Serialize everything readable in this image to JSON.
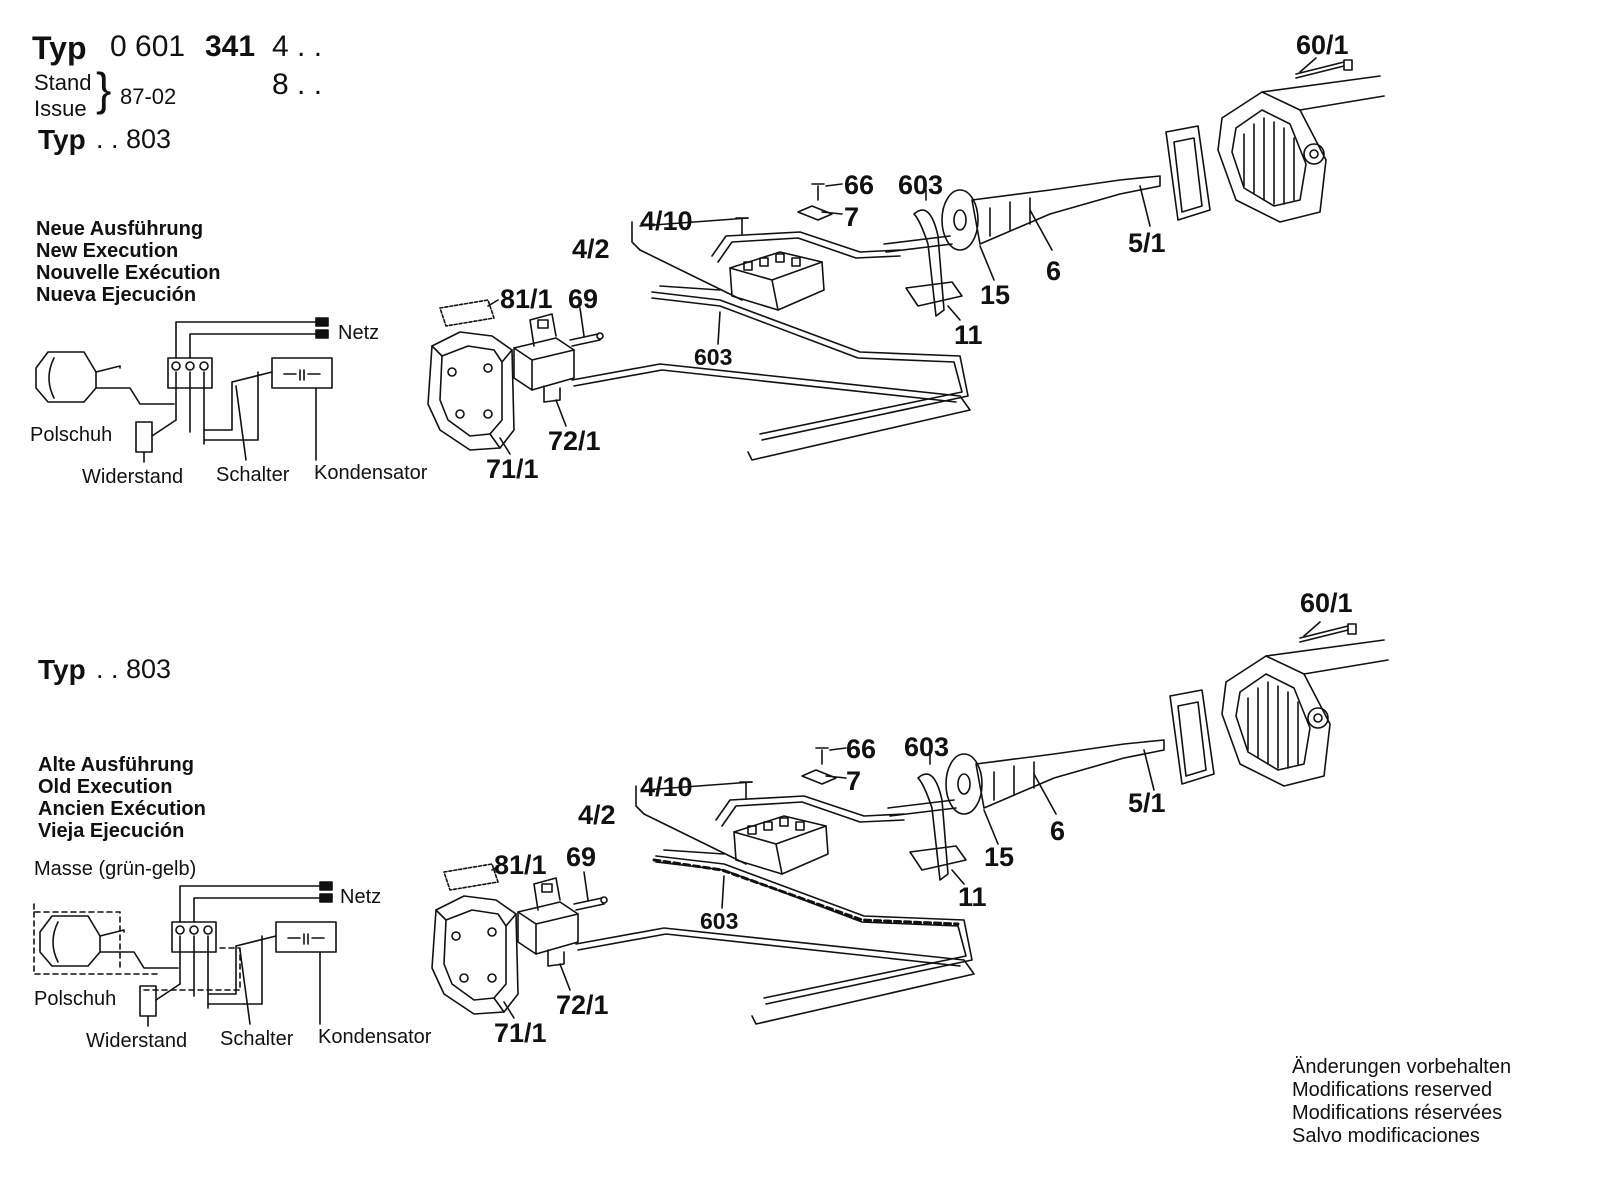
{
  "header": {
    "typ_word": "Typ",
    "number_prefix": "0 601",
    "number_bold": "341",
    "variant_1": "4 . .",
    "variant_2": "8 . .",
    "stand_label": "Stand",
    "issue_label": "Issue",
    "stand_value": "87-02"
  },
  "sections": [
    {
      "typ_word": "Typ",
      "typ_value": ". . 803",
      "execution_lines": [
        "Neue Ausführung",
        "New Execution",
        "Nouvelle Exécution",
        "Nueva Ejecución"
      ],
      "schematic": {
        "netz": "Netz",
        "polschuh": "Polschuh",
        "widerstand": "Widerstand",
        "schalter": "Schalter",
        "kondensator": "Kondensator"
      },
      "parts": {
        "p60_1": "60/1",
        "p66": "66",
        "p603_top": "603",
        "p7": "7",
        "p4_10": "4/10",
        "p4_2": "4/2",
        "p6": "6",
        "p5_1": "5/1",
        "p15": "15",
        "p81_1": "81/1",
        "p69": "69",
        "p11": "11",
        "p603_bottom": "603",
        "p72_1": "72/1",
        "p71_1": "71/1"
      }
    },
    {
      "typ_word": "Typ",
      "typ_value": ". . 803",
      "execution_lines": [
        "Alte Ausführung",
        "Old Execution",
        "Ancien Exécution",
        "Vieja Ejecución"
      ],
      "masse": "Masse (grün-gelb)",
      "schematic": {
        "netz": "Netz",
        "polschuh": "Polschuh",
        "widerstand": "Widerstand",
        "schalter": "Schalter",
        "kondensator": "Kondensator"
      },
      "parts": {
        "p60_1": "60/1",
        "p66": "66",
        "p603_top": "603",
        "p7": "7",
        "p4_10": "4/10",
        "p4_2": "4/2",
        "p6": "6",
        "p5_1": "5/1",
        "p15": "15",
        "p81_1": "81/1",
        "p69": "69",
        "p11": "11",
        "p603_bottom": "603",
        "p72_1": "72/1",
        "p71_1": "71/1"
      }
    }
  ],
  "footer": [
    "Änderungen vorbehalten",
    "Modifications reserved",
    "Modifications réservées",
    "Salvo modificaciones"
  ]
}
